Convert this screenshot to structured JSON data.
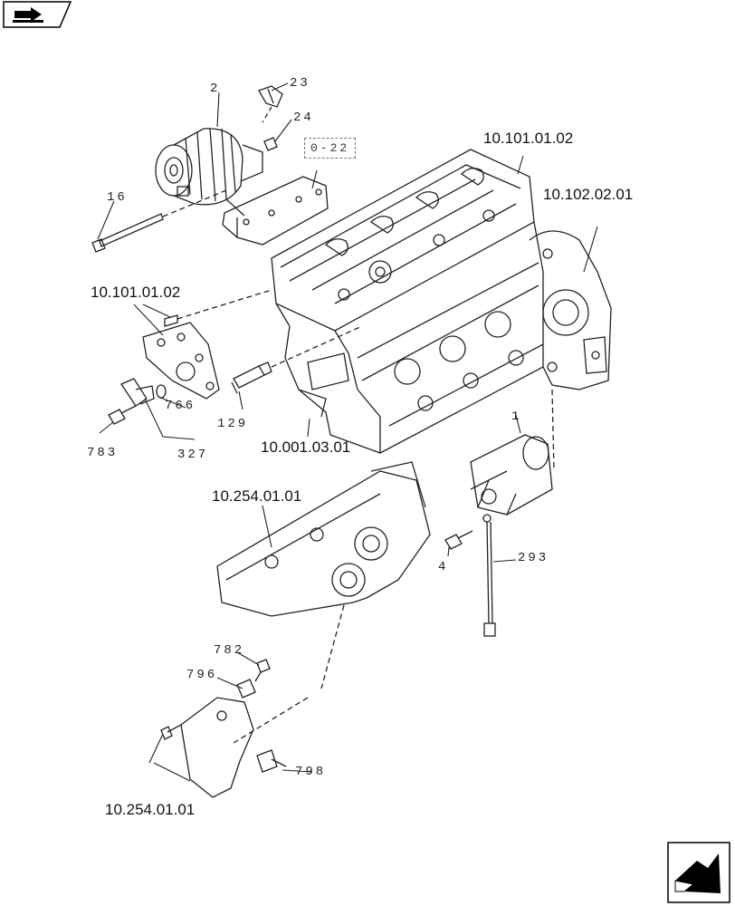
{
  "labels": {
    "sub_upper": "10.101.01.02",
    "sub_right": "10.102.02.01",
    "sub_left": "10.101.01.02",
    "sub_block": "10.001.03.01",
    "sub_manifold": "10.254.01.01",
    "sub_bottom": "10.254.01.01",
    "ref_box": "0-22"
  },
  "parts": {
    "p1": "1",
    "p2": "2",
    "p4": "4",
    "p16": "16",
    "p23": "23",
    "p24": "24",
    "p129": "129",
    "p293": "293",
    "p327": "327",
    "p766": "766",
    "p782": "782",
    "p783": "783",
    "p796": "796",
    "p798": "798"
  },
  "icons": {
    "top_left": "book-arrow-icon",
    "bottom_right": "next-page-arrow-icon"
  }
}
